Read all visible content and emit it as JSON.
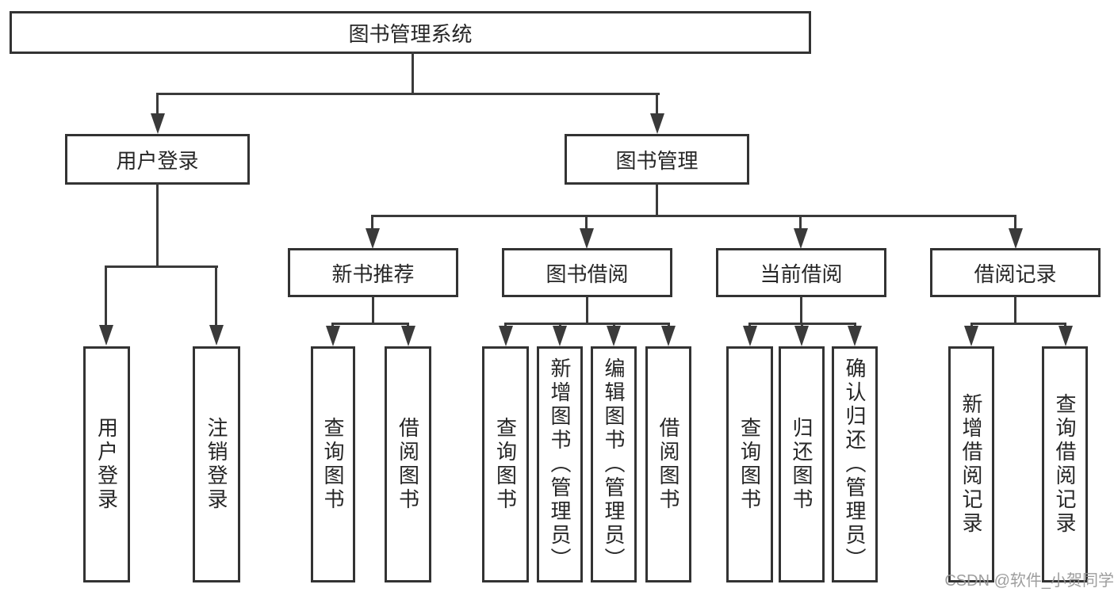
{
  "diagram": {
    "title": "图书管理系统",
    "root": {
      "label": "图书管理系统"
    },
    "branches": {
      "user_login": {
        "label": "用户登录",
        "children": {
          "login": {
            "label": "用户登录"
          },
          "logout": {
            "label": "注销登录"
          }
        }
      },
      "book_management": {
        "label": "图书管理",
        "children": {
          "new_book_recommend": {
            "label": "新书推荐",
            "children": {
              "query_books": {
                "label": "查询图书"
              },
              "borrow_books": {
                "label": "借阅图书"
              }
            }
          },
          "book_borrowing": {
            "label": "图书借阅",
            "children": {
              "query_books": {
                "label": "查询图书"
              },
              "add_books": {
                "label": "新增图书（管理员）"
              },
              "edit_books": {
                "label": "编辑图书（管理员）"
              },
              "borrow_books": {
                "label": "借阅图书"
              }
            }
          },
          "current_borrowing": {
            "label": "当前借阅",
            "children": {
              "query_books": {
                "label": "查询图书"
              },
              "return_books": {
                "label": "归还图书"
              },
              "confirm_return": {
                "label": "确认归还（管理员）"
              }
            }
          },
          "borrowing_records": {
            "label": "借阅记录",
            "children": {
              "add_record": {
                "label": "新增借阅记录"
              },
              "query_record": {
                "label": "查询借阅记录"
              }
            }
          }
        }
      }
    }
  },
  "watermark": {
    "text": "CSDN @软件_小贺同学"
  },
  "colors": {
    "background": "#ffffff",
    "box_border": "#333333",
    "connector_line": "#3a3a3a",
    "text": "#262626",
    "watermark_text": "#969696"
  }
}
